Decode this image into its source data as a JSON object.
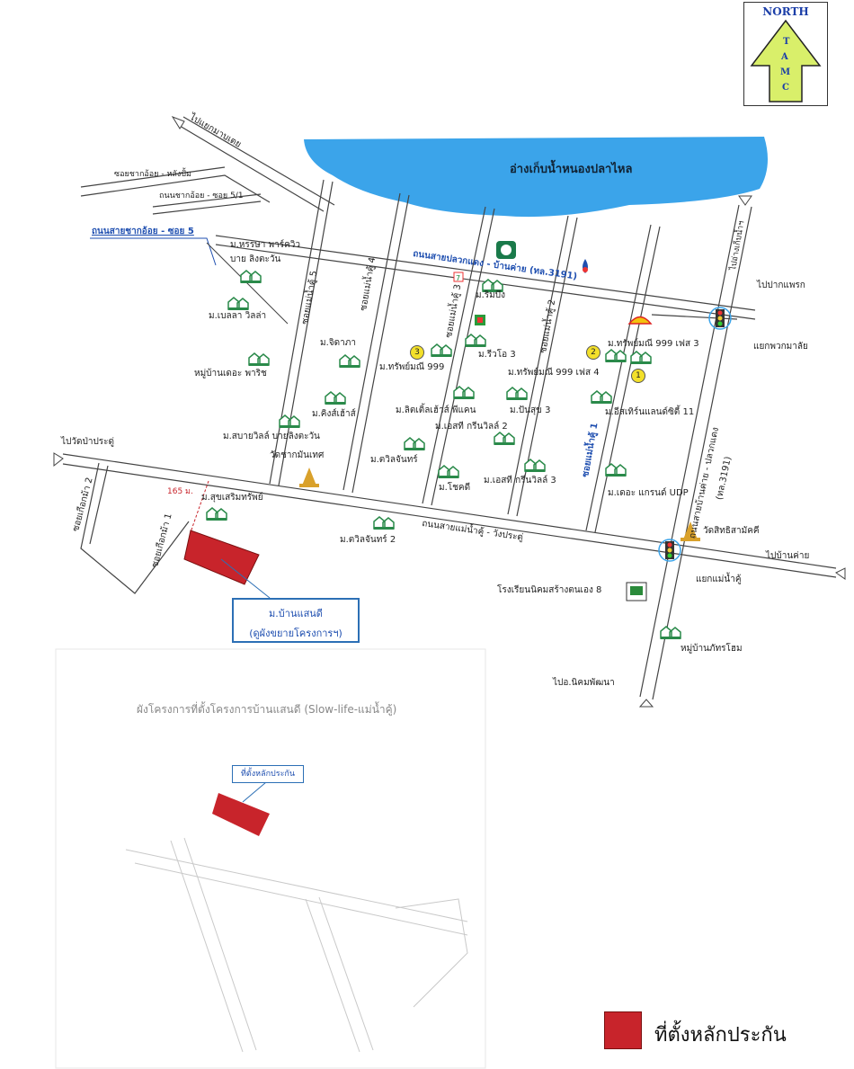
{
  "north_arrow": {
    "title": "NORTH",
    "letters": [
      "T",
      "A",
      "M",
      "C"
    ]
  },
  "reservoir_label": "อ่างเก็บน้ำหนองปลาไหล",
  "roads": {
    "to_map_tha_phut": "ไปแยกมาบเตย",
    "soi_chak_noi": "ซอยชากอ้อย - หลังปั้ม",
    "chak_noi_5_1": "ถนนชากอ้อย - ซอย 5/1",
    "chak_noi_5": "ถนนสายชากอ้อย - ซอย 5",
    "main_road": "ถนนสายปลวกแดง - บ้านค่าย (ทล.3191)",
    "to_reservoir": "ไปอ่างเก็บน้ำฯ",
    "to_pak_phrak": "ไปปากแพรก",
    "phuak_ma_dai_junction": "แยกพวกมาลัย",
    "to_wat_pa_pradu": "ไปวัดป่าประดู่",
    "mae_nam_khu_road": "ถนนสายแม่น้ำคู้ - วังประดู่",
    "to_ban_khai": "ไปบ้านค่าย",
    "mae_nam_khu_junction": "แยกแม่น้ำคู้",
    "to_nikhom": "ไปอ.นิคมพัฒนา",
    "phla_rd": "ถนนสายบ้านค่าย - ปลวกแดง",
    "phla_rd_code": "(ทล.3191)",
    "soi_mnk_5": "ซอยแม่น้ำคู้ 5",
    "soi_mnk_4": "ซอยแม่น้ำคู้ 4",
    "soi_mnk_3": "ซอยแม่น้ำคู้ 3",
    "soi_mnk_2": "ซอยแม่น้ำคู้ 2",
    "soi_mnk_1": "ซอยแม่น้ำคู้ 1",
    "soi_kaem_1": "ซอยเกือกม้า 1",
    "soi_kaem_2": "ซอยเกือกม้า 2",
    "distance": "165 ม."
  },
  "places": [
    "ม.หรรษา พาร์ควิว",
    "บาย ลิงตะวัน",
    "ม.เบลลา วิลล่า",
    "หมู่บ้านเดอะ พาริช",
    "ม.จิดาภา",
    "ม.ริมบึง",
    "ม.รีวโอ 3",
    "ม.ทรัพย์มณี 999",
    "ม.ทรัพย์มณี 999 เฟส 4",
    "ม.ทรัพย์มณี 999 เฟส 3",
    "ม.คิงส์เฮ้าส์",
    "ม.ลิตเติ้ลเฮ้าส์ พีแคน",
    "ม.ปันสุข 3",
    "ม.อีสเทิร์นแลนด์ซิตี้ 11",
    "ม.สบายวิลล์ บายลิงตะวัน",
    "ม.เอสที กรีนวิลล์ 2",
    "วัดชากมันเทศ",
    "ม.ตวิลจันทร์",
    "ม.โชคดี",
    "ม.เอสที กรีนวิลล์ 3",
    "ม.เดอะ แกรนด์ UDP",
    "ม.สุขเสริมทรัพย์",
    "ม.ตวิลจันทร์ 2",
    "วัดสิทธิสามัคคี",
    "โรงเรียนนิคมสร้างตนเอง 8",
    "หมู่บ้านภัทรโฮม"
  ],
  "numbered_markers": [
    "3",
    "2",
    "1"
  ],
  "project_callout": {
    "line1": "ม.บ้านแสนดี",
    "line2": "(ดูผังขยายโครงการฯ)"
  },
  "inset": {
    "title": "ผังโครงการที่ตั้งโครงการบ้านแสนดี (Slow-life-แม่น้ำคู้)",
    "callout": "ที่ตั้งหลักประกัน"
  },
  "legend": {
    "label": "ที่ตั้งหลักประกัน",
    "color": "#c8242b"
  },
  "colors": {
    "reservoir": "#3ba4ea",
    "collateral": "#c8242b",
    "accent_blue": "#1f4fb0"
  }
}
